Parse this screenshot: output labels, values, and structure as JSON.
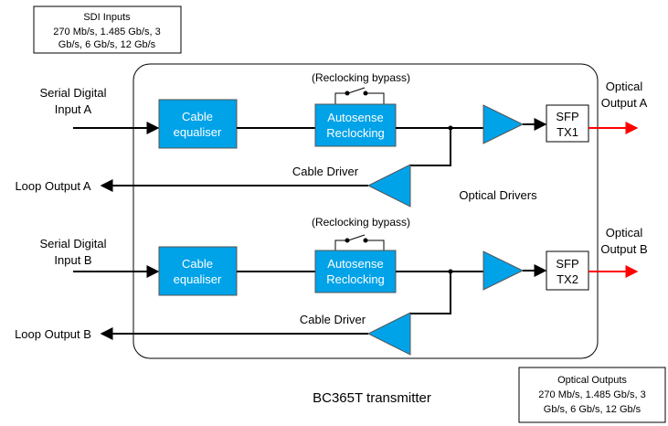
{
  "sdi_inputs": {
    "lines": [
      "SDI Inputs",
      "270 Mb/s, 1.485 Gb/s, 3",
      "Gb/s, 6 Gb/s, 12 Gb/s"
    ]
  },
  "optical_outputs": {
    "lines": [
      "Optical Outputs",
      "270 Mb/s, 1.485 Gb/s, 3",
      "Gb/s, 6 Gb/s, 12 Gb/s"
    ]
  },
  "channel_a": {
    "input_label": [
      "Serial Digital",
      "Input A"
    ],
    "equaliser_label": [
      "Cable",
      "equaliser"
    ],
    "reclocking_label": [
      "Autosense",
      "Reclocking"
    ],
    "bypass_label": "(Reclocking bypass)",
    "sfp_label": [
      "SFP",
      "TX1"
    ],
    "optical_output_label": [
      "Optical",
      "Output A"
    ],
    "cable_driver_label": "Cable Driver",
    "loop_output_label": "Loop Output A"
  },
  "channel_b": {
    "input_label": [
      "Serial Digital",
      "Input B"
    ],
    "equaliser_label": [
      "Cable",
      "equaliser"
    ],
    "reclocking_label": [
      "Autosense",
      "Reclocking"
    ],
    "bypass_label": "(Reclocking bypass)",
    "sfp_label": [
      "SFP",
      "TX2"
    ],
    "optical_output_label": [
      "Optical",
      "Output B"
    ],
    "cable_driver_label": "Cable Driver",
    "loop_output_label": "Loop Output B"
  },
  "optical_drivers_label": "Optical Drivers",
  "device_caption": "BC365T transmitter",
  "colors": {
    "block_fill": "#00a2e8",
    "block_text": "#ffffff",
    "optical_arrow": "#ff0000",
    "line": "#000000"
  }
}
